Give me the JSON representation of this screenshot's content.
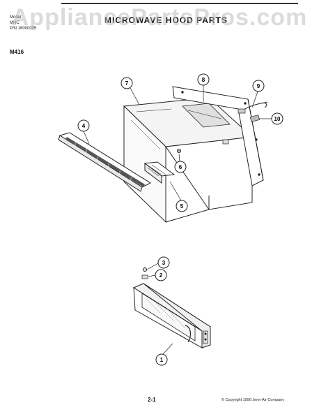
{
  "header": {
    "watermark": "AppliancePartsPros.com",
    "title": "MICROWAVE HOOD PARTS",
    "line1": "Model",
    "line2": "MHC",
    "line3": "P/N 16000005"
  },
  "model_label": "M416",
  "callouts": [
    {
      "id": "callout-7",
      "label": "7"
    },
    {
      "id": "callout-8",
      "label": "8"
    },
    {
      "id": "callout-9",
      "label": "9"
    },
    {
      "id": "callout-10",
      "label": "10"
    },
    {
      "id": "callout-4",
      "label": "4"
    },
    {
      "id": "callout-6",
      "label": "6"
    },
    {
      "id": "callout-5",
      "label": "5"
    },
    {
      "id": "callout-3",
      "label": "3"
    },
    {
      "id": "callout-2",
      "label": "2"
    },
    {
      "id": "callout-1",
      "label": "1"
    }
  ],
  "footer": {
    "page_number": "2-1",
    "copyright": "© Copyright 1990 Jenn-Air Company"
  }
}
